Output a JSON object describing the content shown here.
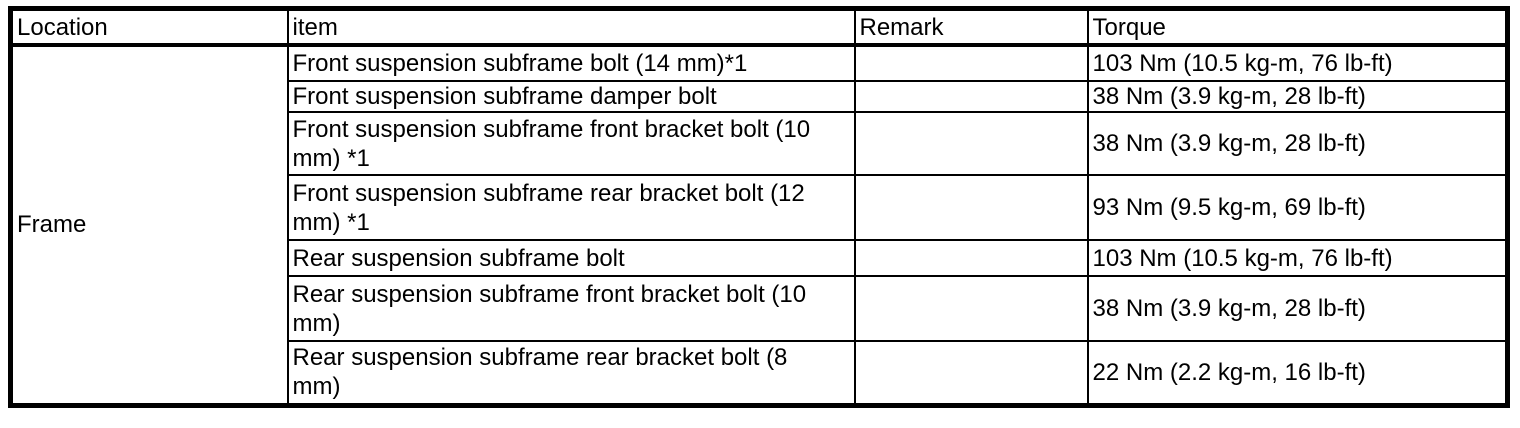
{
  "colors": {
    "background": "#ffffff",
    "text": "#000000",
    "border": "#000000"
  },
  "table": {
    "headers": [
      "Location",
      "item",
      "Remark",
      "Torque"
    ],
    "location_label": "Frame",
    "rows": [
      {
        "item": "Front suspension subframe bolt (14 mm)*1",
        "remark": "",
        "torque": "103 Nm (10.5 kg-m, 76 lb-ft)"
      },
      {
        "item": "Front suspension subframe damper bolt",
        "remark": "",
        "torque": "38 Nm (3.9 kg-m, 28 lb-ft)"
      },
      {
        "item": "Front suspension subframe front bracket bolt (10 mm) *1",
        "remark": "",
        "torque": "38 Nm (3.9 kg-m, 28 lb-ft)"
      },
      {
        "item": "Front suspension subframe rear bracket bolt (12 mm) *1",
        "remark": "",
        "torque": "93 Nm (9.5 kg-m, 69 lb-ft)"
      },
      {
        "item": "Rear suspension subframe bolt",
        "remark": "",
        "torque": "103 Nm (10.5 kg-m, 76 lb-ft)"
      },
      {
        "item": "Rear suspension subframe front bracket bolt (10 mm)",
        "remark": "",
        "torque": "38 Nm (3.9 kg-m, 28 lb-ft)"
      },
      {
        "item": "Rear suspension subframe rear bracket bolt (8 mm)",
        "remark": "",
        "torque": "22 Nm (2.2 kg-m, 16 lb-ft)"
      }
    ]
  }
}
